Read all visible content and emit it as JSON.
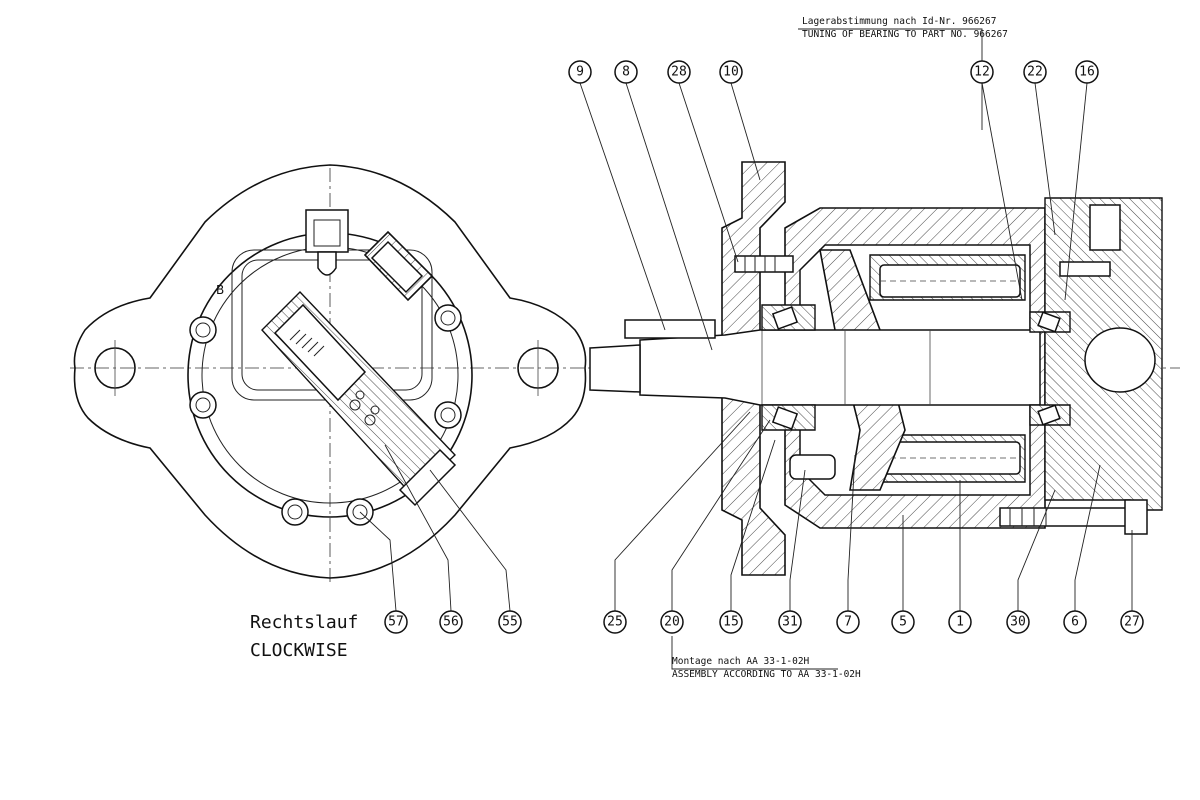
{
  "rotation": {
    "line1": "Rechtslauf",
    "line2": "CLOCKWISE"
  },
  "view_marker": "B",
  "notes": {
    "bearing_de": "Lagerabstimmung nach Id-Nr. 966267",
    "bearing_en": "TUNING OF BEARING TO PART NO. 966267",
    "assembly_de": "Montage nach AA 33-1-02H",
    "assembly_en": "ASSEMBLY ACCORDING TO AA 33-1-02H"
  },
  "callouts_top": [
    "9",
    "8",
    "28",
    "10",
    "12",
    "22",
    "16"
  ],
  "callouts_bottom_left": [
    "57",
    "56",
    "55"
  ],
  "callouts_bottom_right": [
    "25",
    "20",
    "15",
    "31",
    "7",
    "5",
    "1",
    "30",
    "6",
    "27"
  ]
}
